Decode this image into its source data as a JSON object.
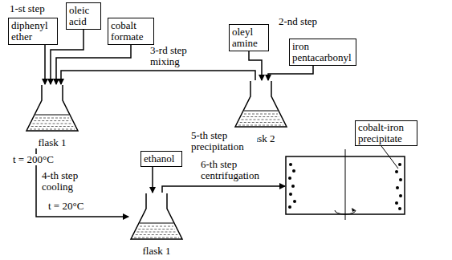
{
  "diagram": {
    "nodes": [
      {
        "text": [
          "diphenyl ether"
        ]
      },
      {
        "text": [
          "oleic acid"
        ]
      },
      {
        "text": [
          "cobalt formate"
        ]
      },
      {
        "text": [
          "oleyl amine"
        ]
      },
      {
        "text": [
          "iron pentacarbonyl"
        ]
      },
      {
        "text": [
          "flask 1"
        ]
      },
      {
        "text": [
          "flask 2"
        ]
      },
      {
        "text": [
          "ethanol"
        ]
      },
      {
        "text": [
          "flask 1"
        ]
      },
      {
        "text": [
          "cobalt-iron precipitate"
        ]
      }
    ],
    "edges": [
      {
        "from": 0,
        "to": 5,
        "arrow": "to"
      },
      {
        "from": 1,
        "to": 5,
        "arrow": "to"
      },
      {
        "from": 2,
        "to": 5,
        "arrow": "to"
      },
      {
        "from": 3,
        "to": 6,
        "arrow": "to"
      },
      {
        "from": 4,
        "to": 6,
        "arrow": "to"
      },
      {
        "from": 6,
        "to": 5,
        "label": "3-rd step mixing",
        "arrow": "to"
      },
      {
        "from": 5,
        "to": 8,
        "label": "4-th step cooling",
        "arrow": "to"
      },
      {
        "from": 7,
        "to": 8,
        "label": "5-th step precipitation",
        "arrow": "to"
      },
      {
        "from": 8,
        "to": 9,
        "label": "6-th step centrifugation",
        "arrow": "to"
      }
    ],
    "labels": [
      "1-st step",
      "2-nd step",
      "t = 200°C",
      "t = 20°C"
    ]
  }
}
